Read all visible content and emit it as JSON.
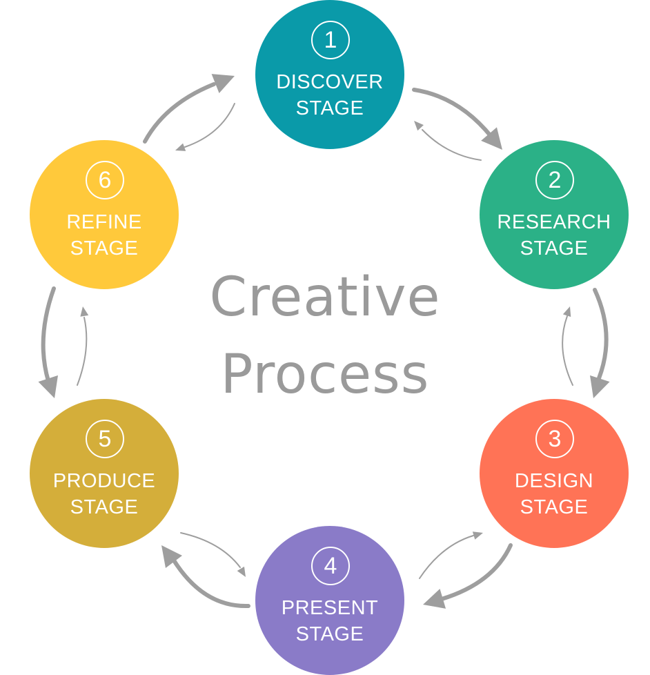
{
  "title": {
    "line1": "Creative",
    "line2": "Process"
  },
  "stages": [
    {
      "number": "1",
      "line1": "DISCOVER",
      "line2": "STAGE",
      "color": "#0A9AA9"
    },
    {
      "number": "2",
      "line1": "RESEARCH",
      "line2": "STAGE",
      "color": "#2BB187"
    },
    {
      "number": "3",
      "line1": "DESIGN",
      "line2": "STAGE",
      "color": "#FF7356"
    },
    {
      "number": "4",
      "line1": "PRESENT",
      "line2": "STAGE",
      "color": "#8A7BC8"
    },
    {
      "number": "5",
      "line1": "PRODUCE",
      "line2": "STAGE",
      "color": "#D4AE3A"
    },
    {
      "number": "6",
      "line1": "REFINE",
      "line2": "STAGE",
      "color": "#FFC93B"
    }
  ],
  "colors": {
    "arrow": "#9E9E9E",
    "title": "#9A9A9A",
    "background": "#FFFFFF"
  }
}
